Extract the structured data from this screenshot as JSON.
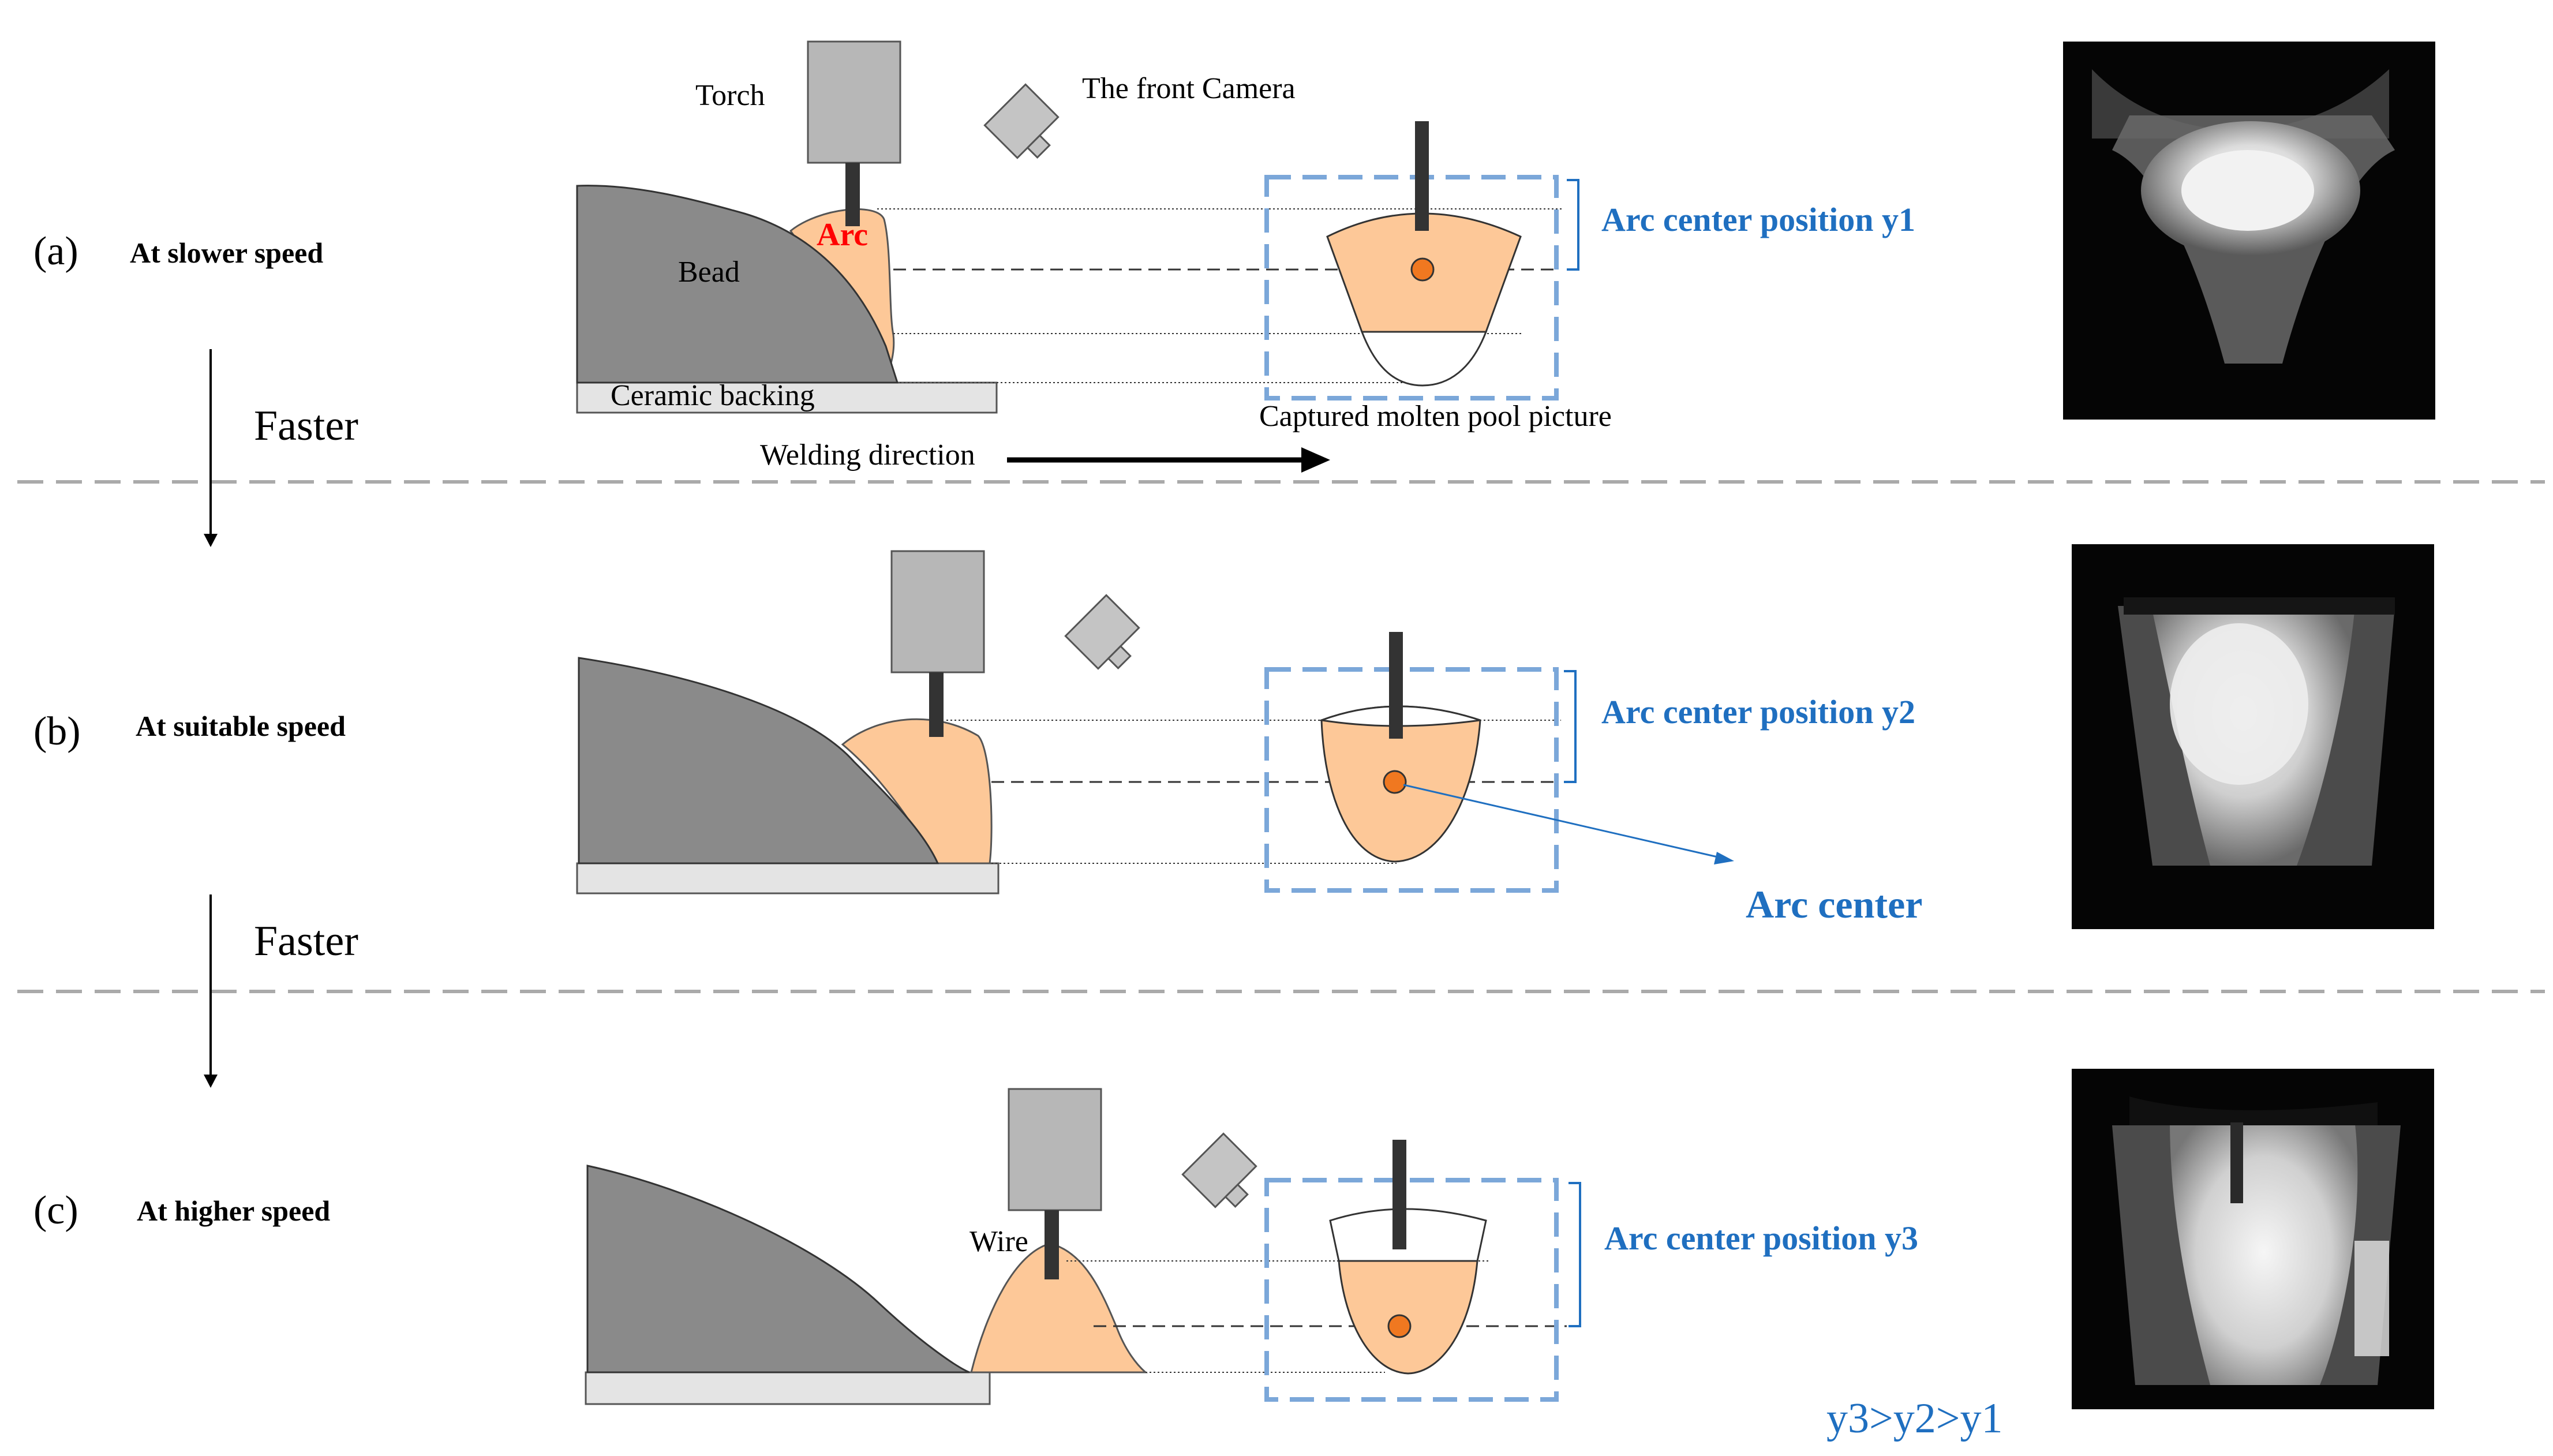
{
  "labels": {
    "torch": "Torch",
    "front_camera": "The front Camera",
    "arc": "Arc",
    "bead": "Bead",
    "ceramic_backing": "Ceramic backing",
    "captured_picture": "Captured molten pool picture",
    "welding_direction": "Welding direction",
    "wire": "Wire",
    "arc_center": "Arc center",
    "relation": "y3>y2>y1",
    "faster_1": "Faster",
    "faster_2": "Faster"
  },
  "rows": [
    {
      "letter": "(a)",
      "speed": "At slower speed",
      "position_label": "Arc center position y1"
    },
    {
      "letter": "(b)",
      "speed": "At suitable speed",
      "position_label": "Arc center position y2"
    },
    {
      "letter": "(c)",
      "speed": "At higher speed",
      "position_label": "Arc center position y3"
    }
  ],
  "colors": {
    "pool_orange": "#fdc898",
    "arc_dot": "#f07820",
    "bead_gray": "#8a8a8a",
    "device_gray": "#b7b7b7",
    "backing_gray": "#e4e4e4",
    "frame_blue": "#7ba7d9",
    "text_blue": "#1f6fc0",
    "divider_gray": "#aaaaaa"
  }
}
